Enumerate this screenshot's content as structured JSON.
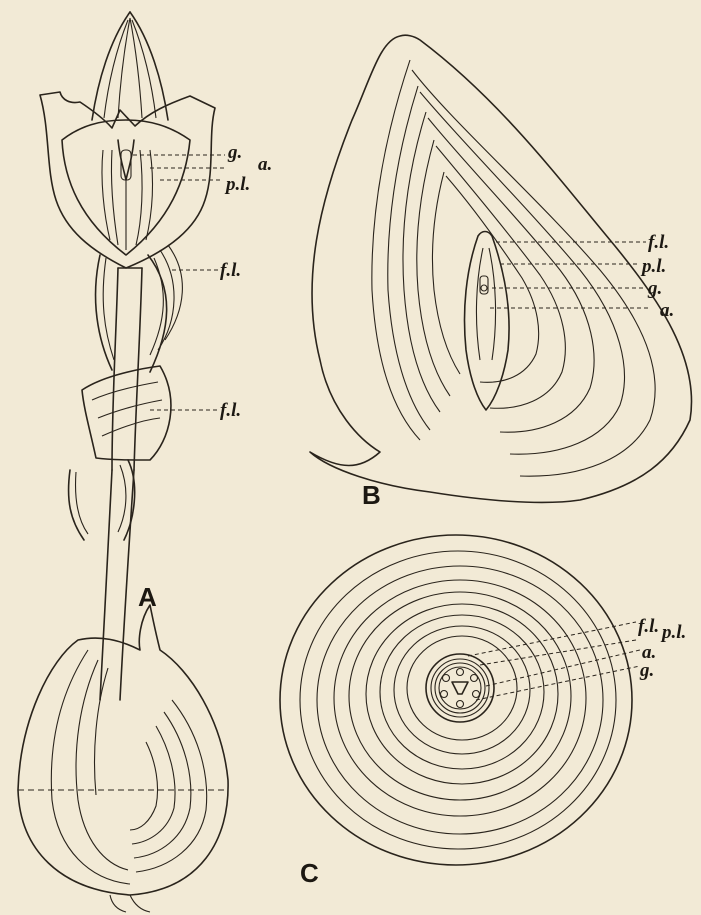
{
  "figures": {
    "A": {
      "letter": "A",
      "labels": {
        "g": "g.",
        "a": "a.",
        "pl": "p.l.",
        "fl1": "f.l.",
        "fl2": "f.l."
      }
    },
    "B": {
      "letter": "B",
      "labels": {
        "fl": "f.l.",
        "pl": "p.l.",
        "g": "g.",
        "a": "a."
      }
    },
    "C": {
      "letter": "C",
      "labels": {
        "fl": "f.l.",
        "pl": "p.l.",
        "a": "a.",
        "g": "g."
      }
    }
  },
  "colors": {
    "paper": "#f2ead6",
    "ink": "#2a241c"
  }
}
